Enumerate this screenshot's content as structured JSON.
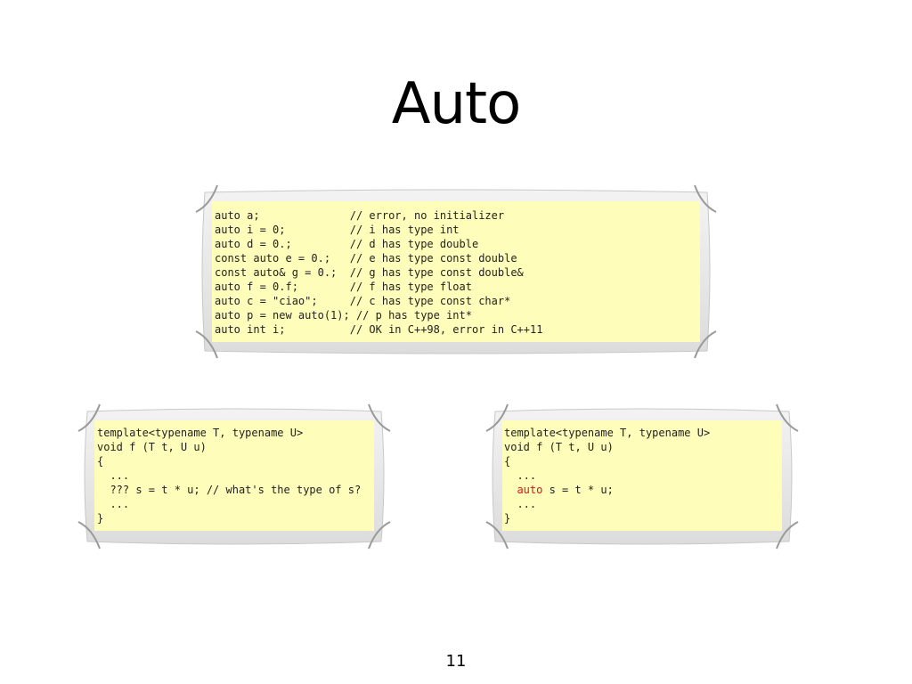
{
  "slide": {
    "title": "Auto",
    "page_number": "11"
  },
  "colors": {
    "code_background": "#fefdb9",
    "frame_paper": "#e9e9e9",
    "highlight_keyword": "#d0171b"
  },
  "code_main": {
    "lines": [
      "auto a;              // error, no initializer",
      "auto i = 0;          // i has type int",
      "auto d = 0.;         // d has type double",
      "const auto e = 0.;   // e has type const double",
      "const auto& g = 0.;  // g has type const double&",
      "auto f = 0.f;        // f has type float",
      "auto c = \"ciao\";     // c has type const char*",
      "auto p = new auto(1); // p has type int*",
      "auto int i;          // OK in C++98, error in C++11"
    ]
  },
  "code_left": {
    "lines": [
      "template<typename T, typename U>",
      "void f (T t, U u)",
      "{",
      "  ...",
      "  ??? s = t * u; // what's the type of s?",
      "  ...",
      "}"
    ]
  },
  "code_right": {
    "lines": [
      "template<typename T, typename U>",
      "void f (T t, U u)",
      "{",
      "  ...",
      "auto",
      " s = t * u;",
      "  ...",
      "}"
    ],
    "line5_indent": "  "
  }
}
